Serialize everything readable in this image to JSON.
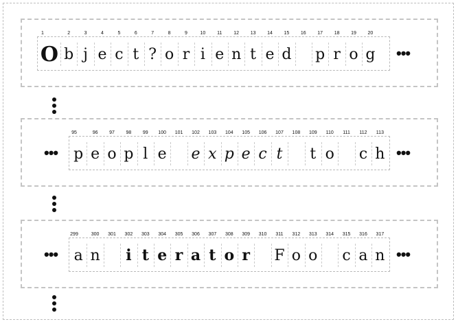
{
  "ellipsis": "•••",
  "rows": [
    {
      "leading_ellipsis": false,
      "trailing_ellipsis": true,
      "cells": [
        {
          "ch": "O",
          "idx": "1",
          "style": "big"
        },
        {
          "ch": "b",
          "idx": "2"
        },
        {
          "ch": "j",
          "idx": "3"
        },
        {
          "ch": "e",
          "idx": "4"
        },
        {
          "ch": "c",
          "idx": "5"
        },
        {
          "ch": "t",
          "idx": "6"
        },
        {
          "ch": "?",
          "idx": "7"
        },
        {
          "ch": "o",
          "idx": "8"
        },
        {
          "ch": "r",
          "idx": "9"
        },
        {
          "ch": "i",
          "idx": "10"
        },
        {
          "ch": "e",
          "idx": "11"
        },
        {
          "ch": "n",
          "idx": "12"
        },
        {
          "ch": "t",
          "idx": "13"
        },
        {
          "ch": "e",
          "idx": "14"
        },
        {
          "ch": "d",
          "idx": "15"
        },
        {
          "ch": "",
          "idx": "16"
        },
        {
          "ch": "p",
          "idx": "17"
        },
        {
          "ch": "r",
          "idx": "18"
        },
        {
          "ch": "o",
          "idx": "19"
        },
        {
          "ch": "g",
          "idx": "20"
        }
      ]
    },
    {
      "leading_ellipsis": true,
      "trailing_ellipsis": true,
      "cells": [
        {
          "ch": "p",
          "idx": "95"
        },
        {
          "ch": "e",
          "idx": "96"
        },
        {
          "ch": "o",
          "idx": "97"
        },
        {
          "ch": "p",
          "idx": "98"
        },
        {
          "ch": "l",
          "idx": "99"
        },
        {
          "ch": "e",
          "idx": "100"
        },
        {
          "ch": "",
          "idx": "101"
        },
        {
          "ch": "e",
          "idx": "102",
          "style": "italic"
        },
        {
          "ch": "x",
          "idx": "103",
          "style": "italic"
        },
        {
          "ch": "p",
          "idx": "104",
          "style": "italic"
        },
        {
          "ch": "e",
          "idx": "105",
          "style": "italic"
        },
        {
          "ch": "c",
          "idx": "106",
          "style": "italic"
        },
        {
          "ch": "t",
          "idx": "107",
          "style": "italic"
        },
        {
          "ch": "",
          "idx": "108"
        },
        {
          "ch": "t",
          "idx": "109"
        },
        {
          "ch": "o",
          "idx": "110"
        },
        {
          "ch": "",
          "idx": "111"
        },
        {
          "ch": "c",
          "idx": "112"
        },
        {
          "ch": "h",
          "idx": "113"
        }
      ]
    },
    {
      "leading_ellipsis": true,
      "trailing_ellipsis": true,
      "cells": [
        {
          "ch": "a",
          "idx": "299"
        },
        {
          "ch": "n",
          "idx": "300"
        },
        {
          "ch": "",
          "idx": "301"
        },
        {
          "ch": "i",
          "idx": "302",
          "style": "bold"
        },
        {
          "ch": "t",
          "idx": "303",
          "style": "bold"
        },
        {
          "ch": "e",
          "idx": "304",
          "style": "bold"
        },
        {
          "ch": "r",
          "idx": "305",
          "style": "bold"
        },
        {
          "ch": "a",
          "idx": "306",
          "style": "bold"
        },
        {
          "ch": "t",
          "idx": "307",
          "style": "bold"
        },
        {
          "ch": "o",
          "idx": "308",
          "style": "bold"
        },
        {
          "ch": "r",
          "idx": "309",
          "style": "bold"
        },
        {
          "ch": "",
          "idx": "310"
        },
        {
          "ch": "F",
          "idx": "311"
        },
        {
          "ch": "o",
          "idx": "312"
        },
        {
          "ch": "o",
          "idx": "313"
        },
        {
          "ch": "",
          "idx": "314"
        },
        {
          "ch": "c",
          "idx": "315"
        },
        {
          "ch": "a",
          "idx": "316"
        },
        {
          "ch": "n",
          "idx": "317"
        }
      ]
    }
  ]
}
